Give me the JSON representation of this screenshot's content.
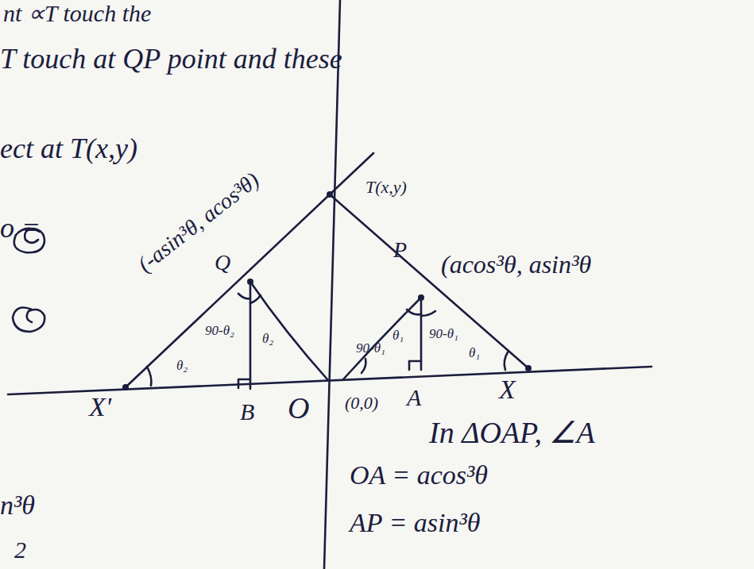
{
  "diagram": {
    "labels": [
      "nt ∝T touch the",
      "T touch at QP point and these",
      "ect at T(x,y)",
      "o =",
      "(-asin³θ, acos³θ)",
      "T(x,y)",
      "(acos³θ, asin³θ",
      "Q",
      "P",
      "90-θ₂",
      "θ₂",
      "θ₂",
      "90-θ₁",
      "θ₁",
      "90-θ₁",
      "θ₁",
      "X'",
      "B",
      "O",
      "(0,0)",
      "A",
      "X",
      "In ΔOAP, ∠A",
      "OA = acos³θ",
      "AP = asin³θ",
      "n³θ",
      "2"
    ]
  }
}
